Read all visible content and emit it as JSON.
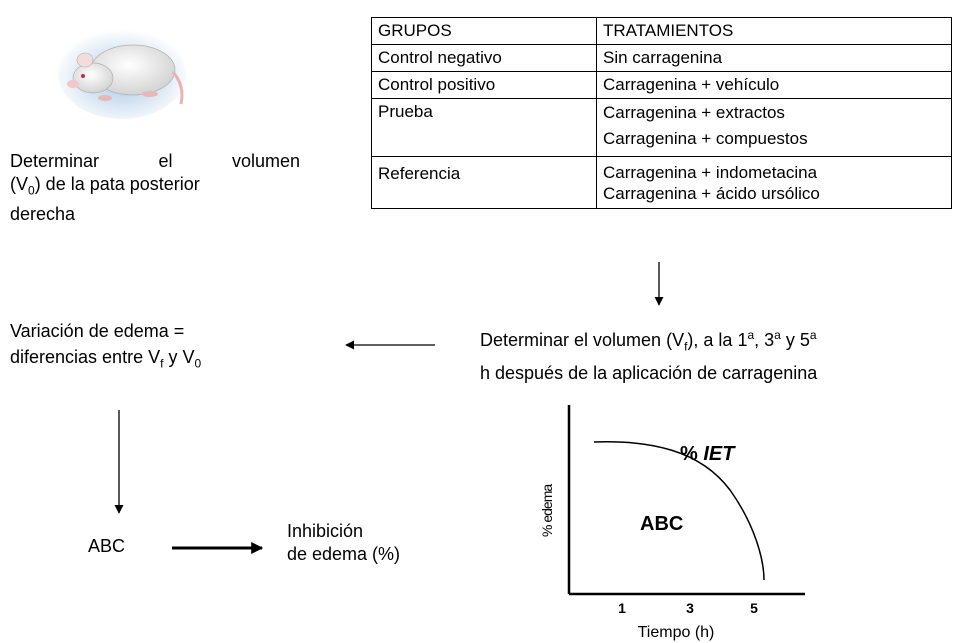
{
  "image": {
    "alt": "white-rat-icon"
  },
  "description": {
    "line1_words": [
      "Determinar",
      "el",
      "volumen"
    ],
    "line2_prefix": "(V",
    "line2_sub": "0",
    "line2_suffix": ") de la pata posterior",
    "line3": "derecha"
  },
  "table": {
    "headers": [
      "GRUPOS",
      "TRATAMIENTOS"
    ],
    "rows": [
      {
        "group": "Control negativo",
        "treatments": [
          "Sin carragenina"
        ]
      },
      {
        "group": "Control positivo",
        "treatments": [
          "Carragenina + vehículo"
        ]
      },
      {
        "group": "Prueba",
        "treatments": [
          "Carragenina + extractos",
          "Carragenina + compuestos"
        ]
      },
      {
        "group": "Referencia",
        "treatments": [
          "Carragenina + indometacina",
          "Carragenina + ácido ursólico"
        ]
      }
    ]
  },
  "determine_final": {
    "p1": "Determinar el volumen (V",
    "sub_f": "f",
    "p2": "), a la 1",
    "sup1": "a",
    "p3": ", 3",
    "sup2": "a",
    "p4": " y 5",
    "sup3": "a",
    "line2": "h después de la aplicación de carragenina"
  },
  "variation": {
    "line1": "Variación de edema =",
    "p1": "diferencias entre V",
    "sub_f": "f",
    "p2": " y V",
    "sub_0": "0"
  },
  "abc_label": "ABC",
  "inhibition": {
    "line1": "Inhibición",
    "line2": "de edema (%)"
  },
  "chart_data": {
    "type": "area",
    "title": "",
    "ylabel": "% edema",
    "xlabel": "Tiempo (h)",
    "xticks": [
      "1",
      "3",
      "5"
    ],
    "curve_label_prefix": "% ",
    "curve_label_em": "IET",
    "area_label": "ABC"
  }
}
